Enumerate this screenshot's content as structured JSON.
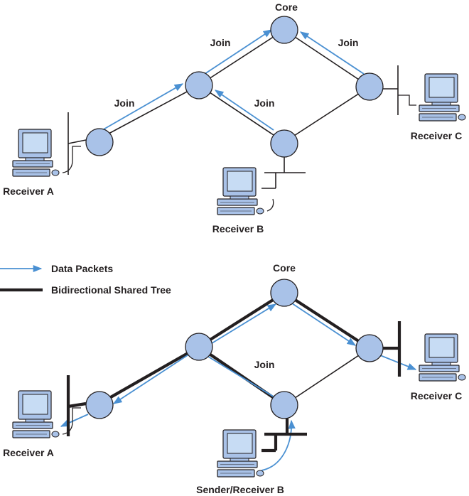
{
  "colors": {
    "router_fill": "#a9c2e8",
    "line": "#231f20",
    "arrow": "#4a90d2",
    "screen": "#c7dcf4"
  },
  "top": {
    "core_label": "Core",
    "join_labels": [
      "Join",
      "Join",
      "Join",
      "Join"
    ],
    "receiver_a": "Receiver A",
    "receiver_b": "Receiver B",
    "receiver_c": "Receiver C"
  },
  "legend": {
    "data_packets": "Data Packets",
    "shared_tree": "Bidirectional Shared Tree"
  },
  "bottom": {
    "core_label": "Core",
    "join_label": "Join",
    "receiver_a": "Receiver A",
    "receiver_c": "Receiver C",
    "sender_b": "Sender/Receiver B"
  },
  "icons": {
    "router": "router-icon",
    "computer": "desktop-computer-icon",
    "arrow": "arrow-icon"
  }
}
